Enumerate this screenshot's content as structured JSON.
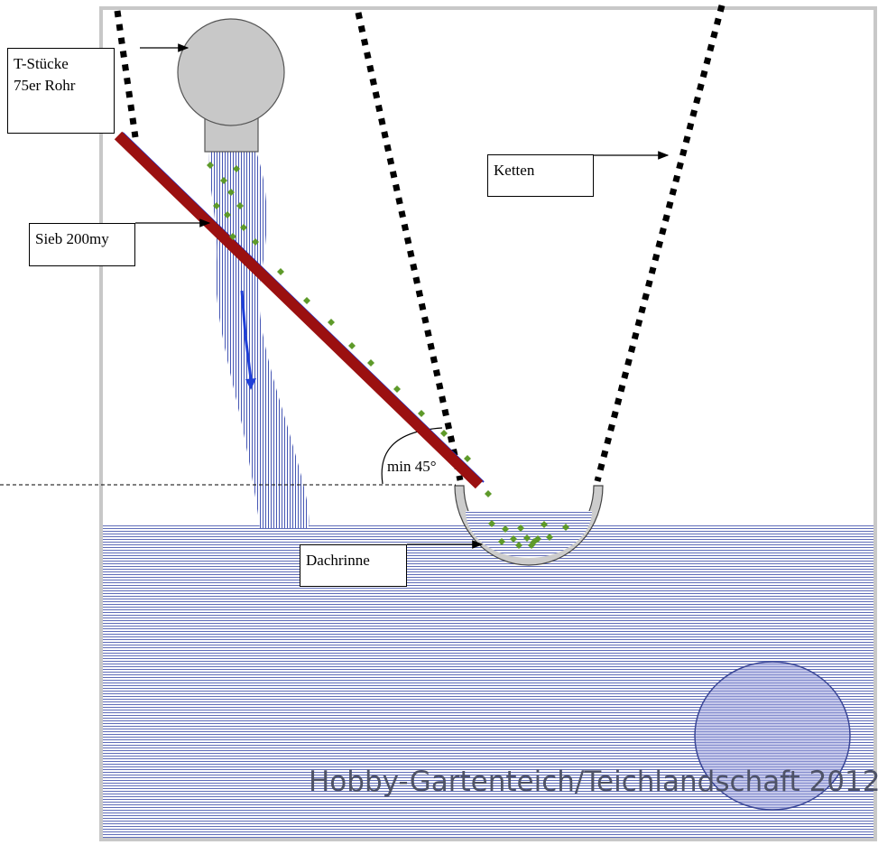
{
  "labels": {
    "pipe_line1": "T-Stücke",
    "pipe_line2": "75er Rohr",
    "sieve": "Sieb 200my",
    "chains": "Ketten",
    "angle": "min 45°",
    "gutter": "Dachrinne"
  },
  "watermark": "Hobby-Gartenteich/Teichlandschaft 2012",
  "colors": {
    "tank_border": "#c8c8c8",
    "water_lines": "#5f6cb8",
    "pipe_fill": "#c8c8c8",
    "sieve_bar": "#9b1010",
    "sieve_edge": "#2233cc",
    "particles": "#5e9a2a",
    "chain": "#000000",
    "pump_fill": "#9ea3dc",
    "flow_arrow": "#1f3fd8"
  },
  "icons": [
    "t-pipe-icon",
    "sieve-bar-icon",
    "gutter-icon",
    "chain-icon",
    "pump-icon",
    "arrow-icon"
  ]
}
